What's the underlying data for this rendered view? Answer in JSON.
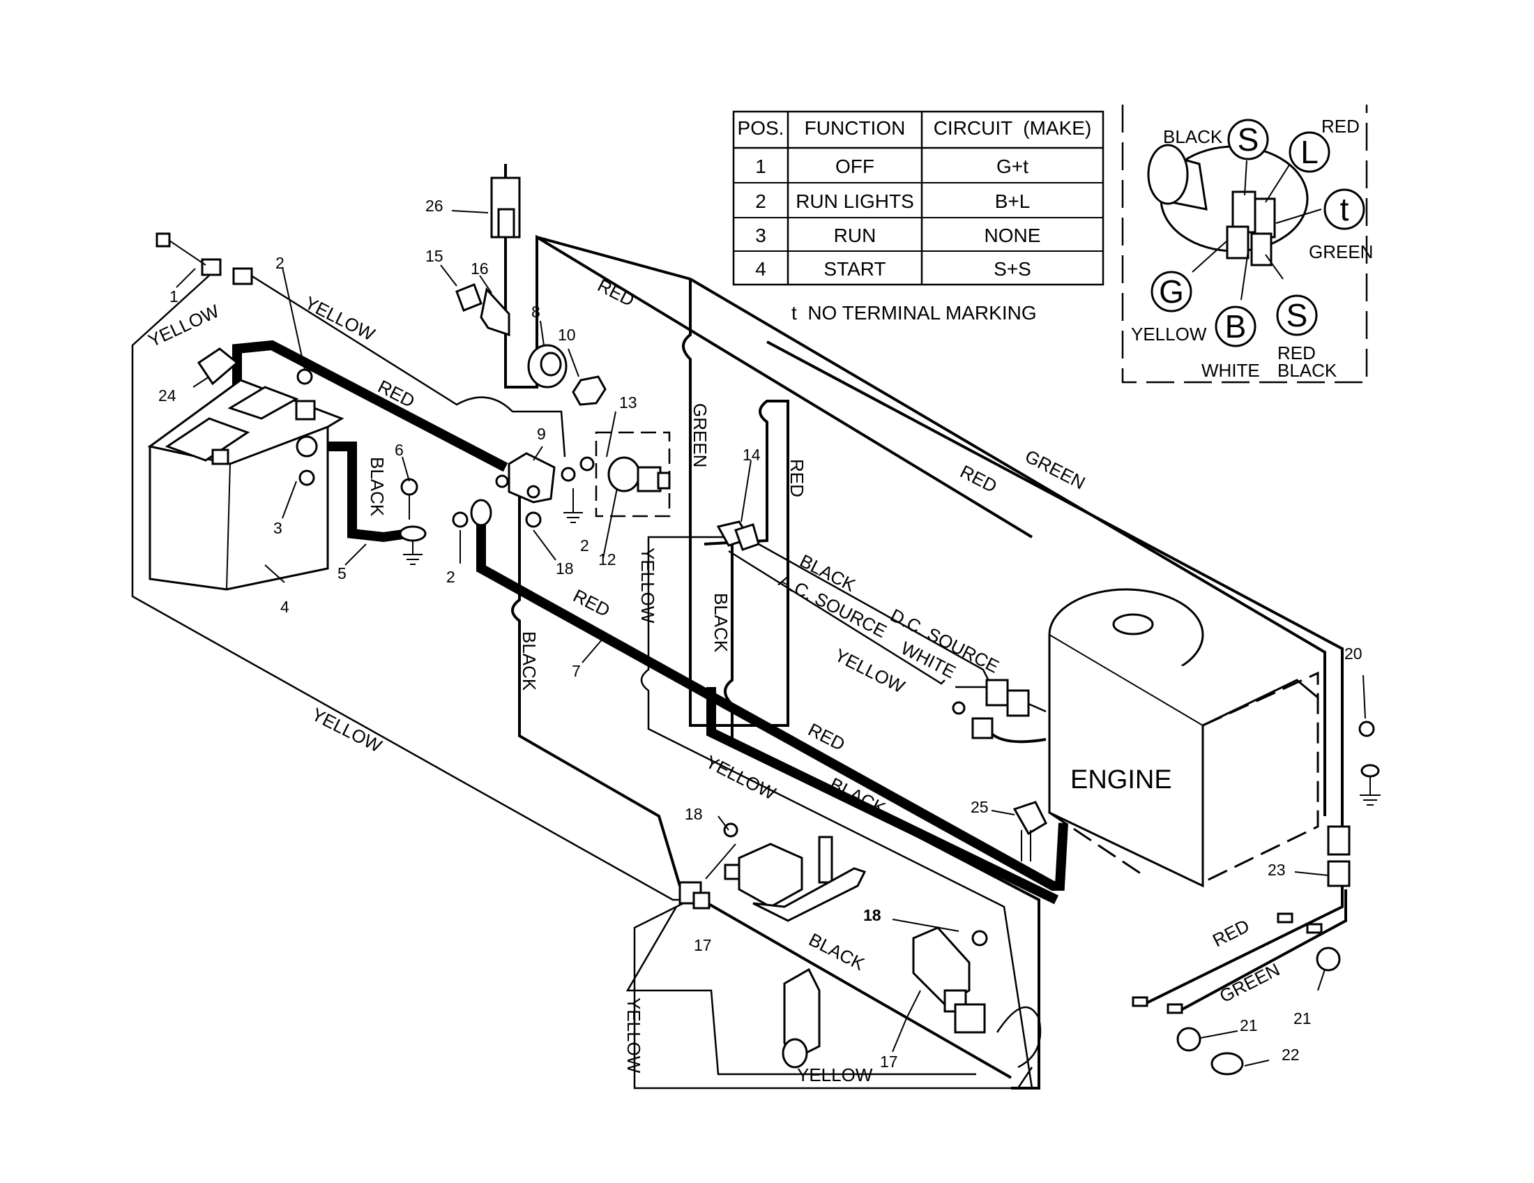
{
  "table": {
    "headers": [
      "POS.",
      "FUNCTION",
      "CIRCUIT  (MAKE)"
    ],
    "rows": [
      [
        "1",
        "OFF",
        "G+t"
      ],
      [
        "2",
        "RUN LIGHTS",
        "B+L"
      ],
      [
        "3",
        "RUN",
        "NONE"
      ],
      [
        "4",
        "START",
        "S+S"
      ]
    ],
    "footnote": "t  NO TERMINAL MARKING"
  },
  "ignition_switch": {
    "terminals": [
      "S",
      "L",
      "t",
      "G",
      "B",
      "S"
    ],
    "labels": {
      "black": "BLACK",
      "red": "RED",
      "green": "GREEN",
      "yellow": "YELLOW",
      "white": "WHITE",
      "red_black_1": "RED",
      "red_black_2": "BLACK"
    }
  },
  "engine_label": "ENGINE",
  "wire_labels": {
    "yellow_1": "YELLOW",
    "yellow_2": "YELLOW",
    "red_battery": "RED",
    "black_ground": "BLACK",
    "red_top": "RED",
    "green_1": "GREEN",
    "red_2": "RED",
    "red_diag": "RED",
    "green_diag": "GREEN",
    "black_1": "BLACK",
    "ac_source": "A.C. SOURCE",
    "dc_source": "D.C. SOURCE",
    "white": "WHITE",
    "yellow_engine": "YELLOW",
    "yellow_vert": "YELLOW",
    "black_vert_1": "BLACK",
    "black_vert_2": "BLACK",
    "red_cable7": "RED",
    "red_lower": "RED",
    "black_lower": "BLACK",
    "yellow_left_diag": "YELLOW",
    "yellow_mid": "YELLOW",
    "black_mid": "BLACK",
    "yellow_bottom_vert": "YELLOW",
    "yellow_bottom": "YELLOW",
    "red_lights": "RED",
    "green_lights": "GREEN"
  },
  "callouts": {
    "n1": "1",
    "n2a": "2",
    "n2b": "2",
    "n2c": "2",
    "n3": "3",
    "n4": "4",
    "n5": "5",
    "n6": "6",
    "n7": "7",
    "n8": "8",
    "n9": "9",
    "n10": "10",
    "n12": "12",
    "n13": "13",
    "n14": "14",
    "n15": "15",
    "n16": "16",
    "n17a": "17",
    "n17b": "17",
    "n18a": "18",
    "n18b": "18",
    "n18c": "18",
    "n20": "20",
    "n21a": "21",
    "n21b": "21",
    "n22": "22",
    "n23": "23",
    "n24": "24",
    "n25": "25",
    "n26": "26"
  }
}
